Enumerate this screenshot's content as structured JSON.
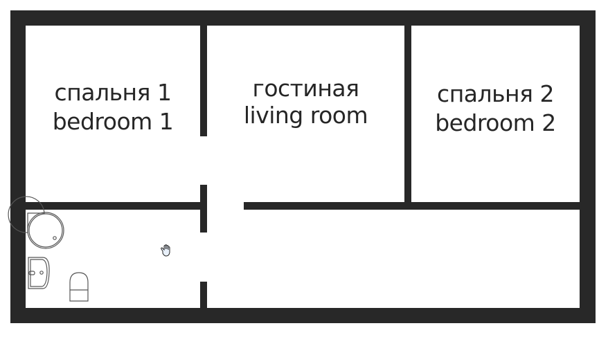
{
  "rooms": [
    {
      "ru": "спальня 1",
      "en": "bedroom 1"
    },
    {
      "ru": "гостиная",
      "en": "living room"
    },
    {
      "ru": "спальня 2",
      "en": "bedroom 2"
    }
  ],
  "colors": {
    "wall": "#282828",
    "fixture": "#555555",
    "background": "#ffffff"
  }
}
